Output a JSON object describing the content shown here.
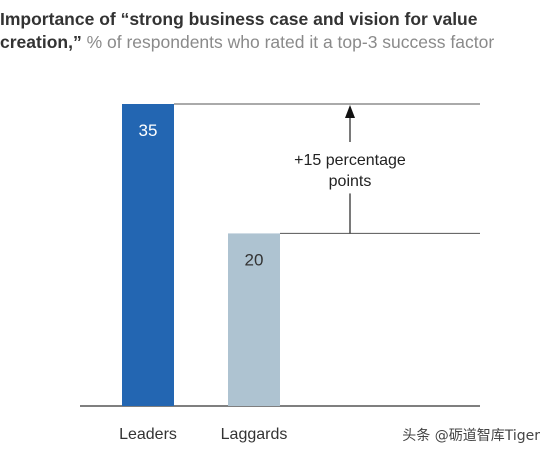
{
  "title": {
    "strong": "Importance of “strong business case and vision for value creation,”",
    "rest": "% of respondents who rated it a top-3 success factor"
  },
  "chart_data": {
    "type": "bar",
    "categories": [
      "Leaders",
      "Laggards"
    ],
    "values": [
      35,
      20
    ],
    "colors": [
      "#2366b2",
      "#aec3d1"
    ],
    "ylim": [
      0,
      35
    ],
    "grid": false,
    "annotation": {
      "text_line1": "+15 percentage",
      "text_line2": "points",
      "difference": 15
    }
  },
  "watermark": "头条 @砺道智库Tiger"
}
